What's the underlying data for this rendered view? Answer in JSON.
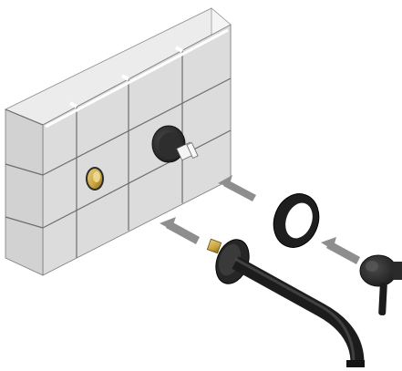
{
  "diagram": {
    "type": "exploded-assembly",
    "components": [
      {
        "name": "tiled-wall-block",
        "material": "ceramic tile"
      },
      {
        "name": "concealed-mixer-valve",
        "finish": "black"
      },
      {
        "name": "spout-inlet-hole",
        "finish": "brass"
      },
      {
        "name": "wall-spout",
        "finish": "black"
      },
      {
        "name": "cover-ring",
        "finish": "black"
      },
      {
        "name": "lever-handle",
        "finish": "black"
      }
    ],
    "assembly_arrows": 3,
    "colors": {
      "tile": "#dfdfdf",
      "tile_top": "#e8e8e8",
      "tile_side": "#f3f3f3",
      "grout": "#6d6d6d",
      "metal_black": "#2a2a2a",
      "brass": "#c9a440",
      "arrow": "#8e8e8e"
    }
  }
}
